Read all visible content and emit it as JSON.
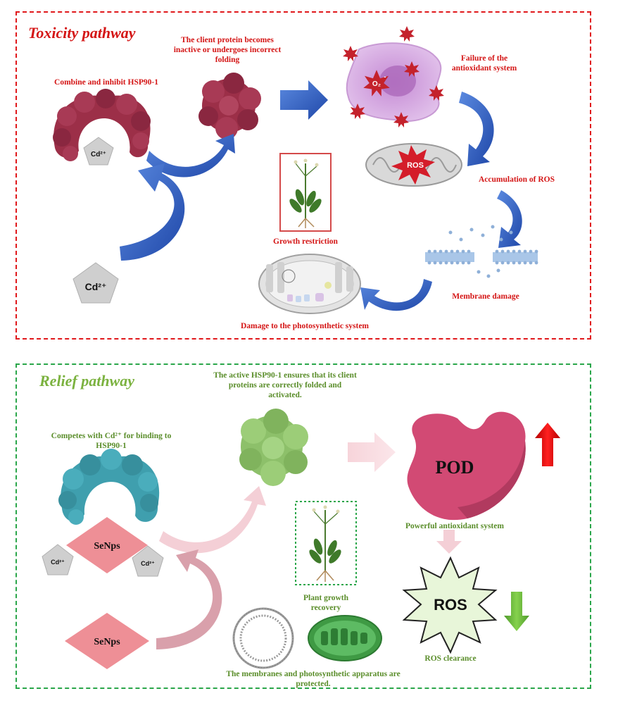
{
  "toxicity": {
    "title": "Toxicity pathway",
    "combine_label": "Combine and inhibit HSP90-1",
    "client_label": "The client protein becomes inactive or undergoes incorrect folding",
    "failure_label": "Failure of the antioxidant system",
    "accum_label": "Accumulation of ROS",
    "growth_label": "Growth restriction",
    "membrane_label": "Membrane damage",
    "photo_label": "Damage to the photosynthetic system",
    "cd_small": "Cd²⁺",
    "cd_large": "Cd²⁺",
    "ros_text": "ROS",
    "o2_text": "O₂",
    "o2_superscript": "-"
  },
  "relief": {
    "title": "Relief pathway",
    "active_label": "The active HSP90-1 ensures that its client proteins are correctly folded and activated.",
    "competes_label": "Competes with Cd²⁺ for binding to HSP90-1",
    "senps_bound": "SeNps",
    "senps_free": "SeNps",
    "cd_left": "Cd²⁺",
    "cd_right": "Cd²⁺",
    "pod_text": "POD",
    "antiox_label": "Powerful antioxidant system",
    "ros_text": "ROS",
    "ros_clear_label": "ROS clearance",
    "plant_label": "Plant growth recovery",
    "membranes_label": "The membranes and photosynthetic apparatus are protected."
  },
  "colors": {
    "tox_border": "#e0181b",
    "relief_border": "#2aa64a",
    "tox_text": "#d41515",
    "relief_text": "#5a8d2a",
    "hsp_inhibited": "#9c2f48",
    "hsp_active": "#8dc06a",
    "hsp_relief": "#3f9fae",
    "arrow_blue": "#3462c0",
    "pod": "#d24a74"
  }
}
